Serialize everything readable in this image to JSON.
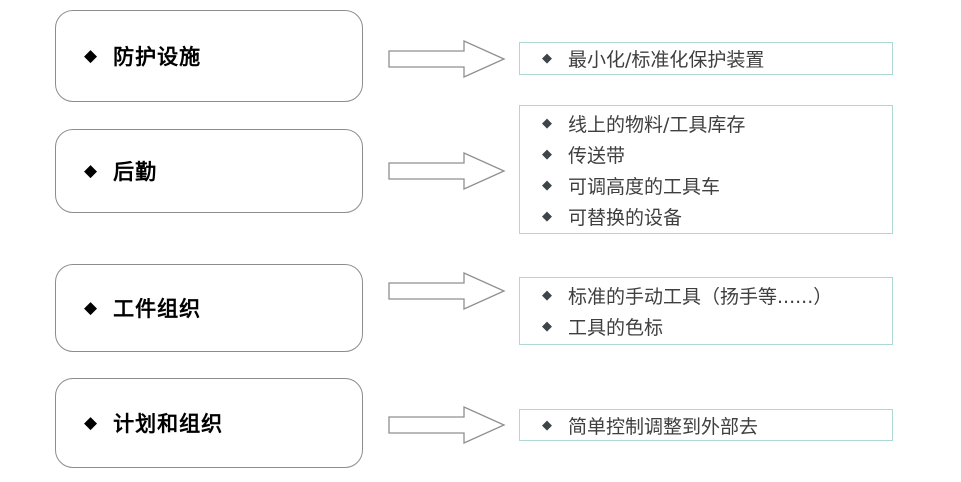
{
  "slide": {
    "background_color": "#ffffff",
    "box_border_color": "#8d8d8d",
    "detail_border_color": "#aed8d4",
    "arrow_stroke_color": "#8f8f8f",
    "bullet_glyph": "◆"
  },
  "rows": [
    {
      "category": {
        "label": "防护设施",
        "bullet": "◆"
      },
      "arrow": {
        "name": "right-block-arrow"
      },
      "details": [
        {
          "bullet": "◆",
          "text": "最小化/标准化保护装置"
        }
      ]
    },
    {
      "category": {
        "label": "后勤",
        "bullet": "◆"
      },
      "arrow": {
        "name": "right-block-arrow"
      },
      "details": [
        {
          "bullet": "◆",
          "text": "线上的物料/工具库存"
        },
        {
          "bullet": "◆",
          "text": "传送带"
        },
        {
          "bullet": "◆",
          "text": "可调高度的工具车"
        },
        {
          "bullet": "◆",
          "text": "可替换的设备"
        }
      ]
    },
    {
      "category": {
        "label": "工件组织",
        "bullet": "◆"
      },
      "arrow": {
        "name": "right-block-arrow"
      },
      "details": [
        {
          "bullet": "◆",
          "text": "标准的手动工具（扬手等......）"
        },
        {
          "bullet": "◆",
          "text": "工具的色标"
        }
      ]
    },
    {
      "category": {
        "label": "计划和组织",
        "bullet": "◆"
      },
      "arrow": {
        "name": "right-block-arrow"
      },
      "details": [
        {
          "bullet": "◆",
          "text": "简单控制调整到外部去"
        }
      ]
    }
  ]
}
